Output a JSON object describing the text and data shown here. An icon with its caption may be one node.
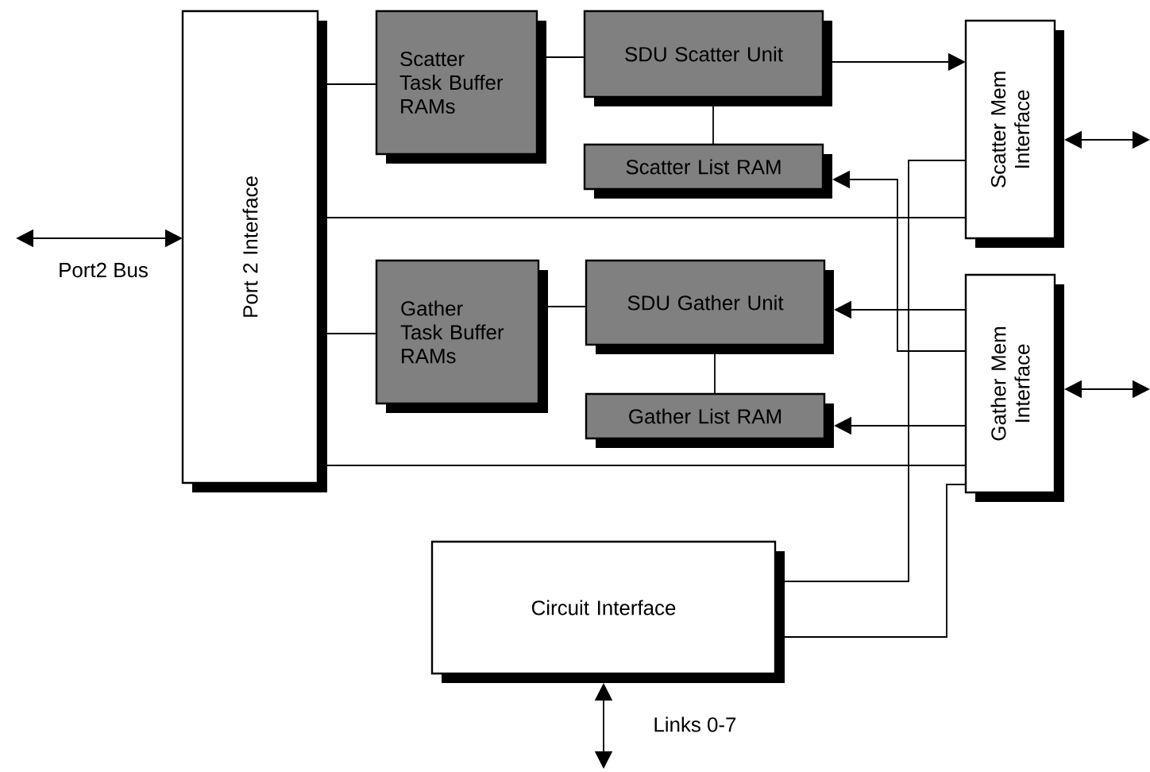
{
  "diagram": {
    "nodes": [
      {
        "text": [
          "Port 2 Interface"
        ]
      },
      {
        "text": [
          "Scatter Task Buffer RAMs"
        ]
      },
      {
        "text": [
          "SDU Scatter Unit"
        ]
      },
      {
        "text": [
          "Scatter List RAM"
        ]
      },
      {
        "text": [
          "Scatter Mem Interface"
        ]
      },
      {
        "text": [
          "Gather Task Buffer RAMs"
        ]
      },
      {
        "text": [
          "SDU Gather Unit"
        ]
      },
      {
        "text": [
          "Gather List RAM"
        ]
      },
      {
        "text": [
          "Gather Mem Interface"
        ]
      },
      {
        "text": [
          "Circuit Interface"
        ]
      }
    ],
    "edges": [
      {
        "from": 0,
        "to": 1,
        "arrow": "none"
      },
      {
        "from": 1,
        "to": 2,
        "arrow": "none"
      },
      {
        "from": 2,
        "to": 4,
        "arrow": "to"
      },
      {
        "from": 2,
        "to": 3,
        "arrow": "none"
      },
      {
        "from": 0,
        "to": 4,
        "arrow": "none"
      },
      {
        "from": 8,
        "to": 3,
        "arrow": "to"
      },
      {
        "from": 4,
        "to": 9,
        "arrow": "none"
      },
      {
        "from": 0,
        "to": 5,
        "arrow": "none"
      },
      {
        "from": 5,
        "to": 6,
        "arrow": "none"
      },
      {
        "from": 8,
        "to": 6,
        "arrow": "to"
      },
      {
        "from": 6,
        "to": 7,
        "arrow": "none"
      },
      {
        "from": 8,
        "to": 7,
        "arrow": "to"
      },
      {
        "from": 0,
        "to": 8,
        "arrow": "none"
      },
      {
        "from": 8,
        "to": 9,
        "arrow": "none"
      },
      {
        "from": null,
        "to": 0,
        "arrow": "both"
      },
      {
        "from": 4,
        "to": null,
        "arrow": "both"
      },
      {
        "from": 8,
        "to": null,
        "arrow": "both"
      },
      {
        "from": 9,
        "to": null,
        "arrow": "both"
      }
    ],
    "labels": [
      "Port2 Bus",
      "Links 0-7"
    ]
  }
}
